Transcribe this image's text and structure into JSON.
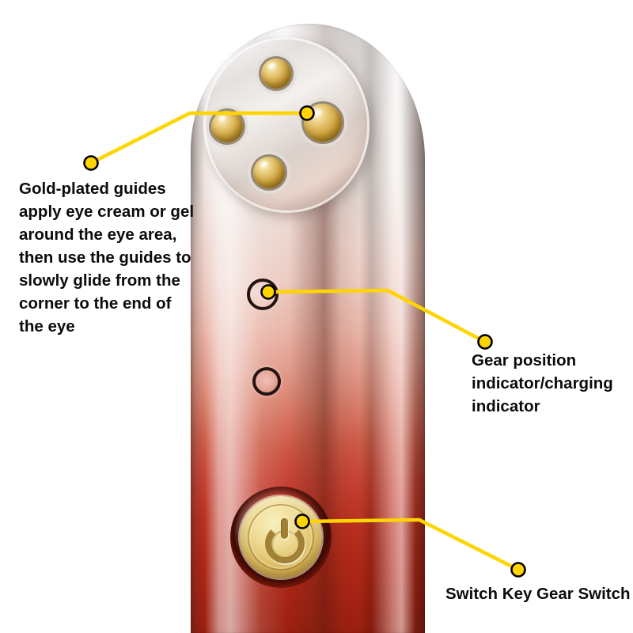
{
  "image": {
    "kind": "annotated product diagram",
    "background": "#ffffff"
  },
  "device": {
    "description": "eye massager wand, chrome head fading to red body",
    "guide_ball_count": 4,
    "indicator_light_count": 2
  },
  "icons": {
    "power_icon": "power standby symbol (open circle with vertical bar)"
  },
  "colors": {
    "callout_accent": "#FFD400",
    "callout_dot_stroke": "#000000",
    "label_text": "#0C0C0C",
    "device_red": "#B52C1C",
    "guide_gold": "#D2A94E",
    "button_gold": "#E3C878"
  },
  "callouts": [
    {
      "id": "gold-guides",
      "lines": [
        "Gold-plated guides",
        "apply eye cream or gel",
        "around the eye area,",
        "then use the guides to",
        "slowly glide from the",
        "corner to the end of",
        "the eye"
      ]
    },
    {
      "id": "gear-indicator",
      "lines": [
        "Gear position",
        "indicator/charging",
        "indicator"
      ]
    },
    {
      "id": "switch-key",
      "lines": [
        "Switch Key Gear Switch"
      ]
    }
  ]
}
